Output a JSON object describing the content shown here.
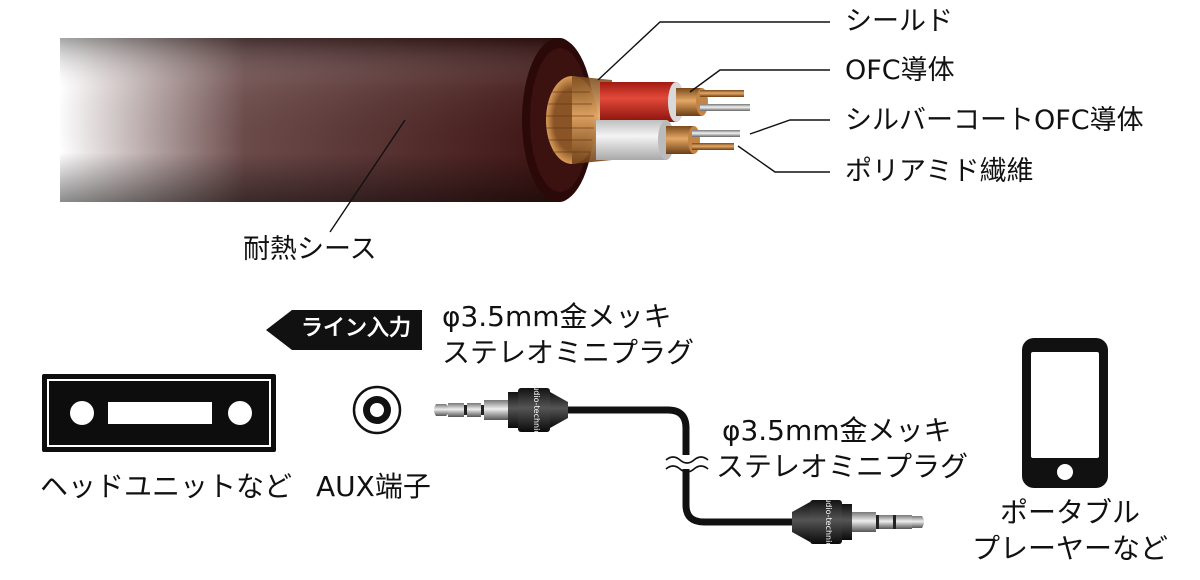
{
  "cable": {
    "labels": {
      "shield": "シールド",
      "ofc": "OFC導体",
      "silver_ofc": "シルバーコートOFC導体",
      "polyamide": "ポリアミド繊維",
      "sheath": "耐熱シース"
    },
    "colors": {
      "sheath": "#3a0f0e",
      "shield": "#c98a4a",
      "red_insulation": "#c8281e",
      "white_insulation": "#e6e6e6"
    }
  },
  "connection": {
    "line_in": "ライン入力",
    "plug_left": [
      "φ3.5mm金メッキ",
      "ステレオミニプラグ"
    ],
    "plug_right": [
      "φ3.5mm金メッキ",
      "ステレオミニプラグ"
    ],
    "head_unit": "ヘッドユニットなど",
    "aux": "AUX端子",
    "portable": [
      "ポータブル",
      "プレーヤーなど"
    ],
    "plug_brand": "audio-technica"
  }
}
